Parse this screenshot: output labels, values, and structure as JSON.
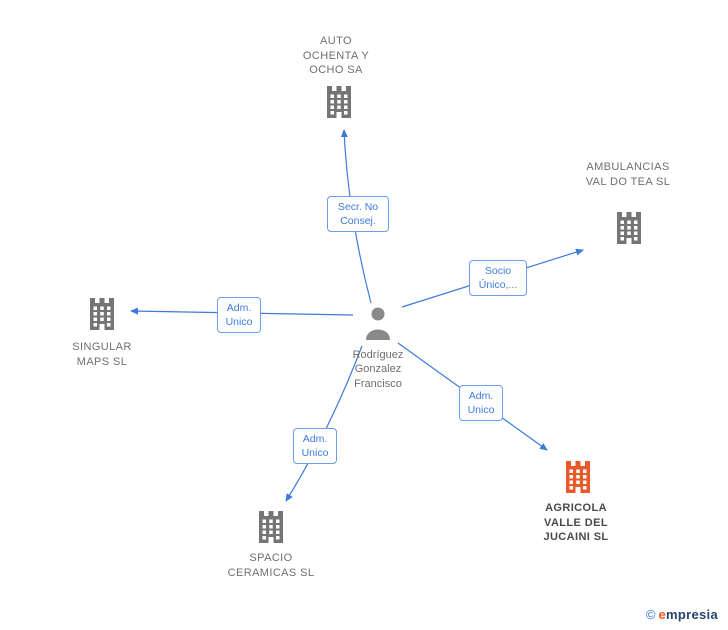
{
  "diagram": {
    "person": {
      "name": "Rodríguez Gonzalez Francisco"
    },
    "companies": [
      {
        "id": "auto-ochenta",
        "name": "AUTO OCHENTA Y OCHO SA"
      },
      {
        "id": "ambulancias",
        "name": "AMBULANCIAS VAL DO TEA SL"
      },
      {
        "id": "singular-maps",
        "name": "SINGULAR MAPS SL"
      },
      {
        "id": "agricola",
        "name": "AGRICOLA VALLE DEL JUCAINI SL"
      },
      {
        "id": "spacio",
        "name": "SPACIO CERAMICAS SL"
      }
    ],
    "edges": [
      {
        "from": "person",
        "to": "auto-ochenta",
        "label": "Secr. No Consej."
      },
      {
        "from": "person",
        "to": "ambulancias",
        "label": "Socio Único,..."
      },
      {
        "from": "person",
        "to": "singular-maps",
        "label": "Adm. Unico"
      },
      {
        "from": "person",
        "to": "agricola",
        "label": "Adm. Unico"
      },
      {
        "from": "person",
        "to": "spacio",
        "label": "Adm. Unico"
      }
    ],
    "colors": {
      "edge": "#3d7bdb",
      "company_text": "#6f6f6f",
      "building_gray": "#757575",
      "building_highlight": "#e85a2a"
    },
    "footer": {
      "copyright": "©",
      "brand": "empresia"
    }
  }
}
